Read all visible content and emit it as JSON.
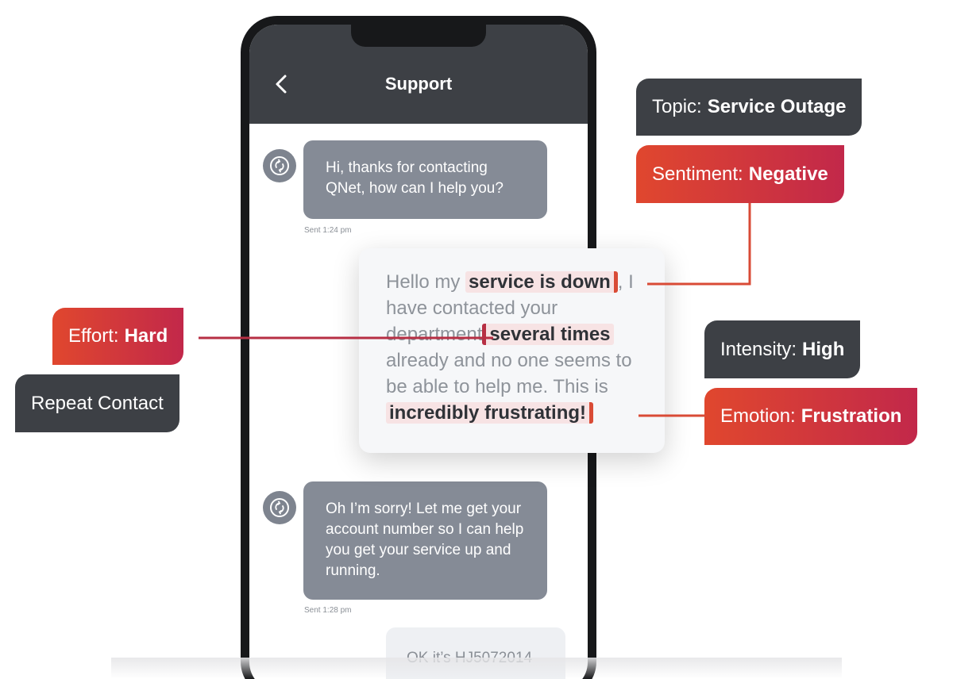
{
  "header": {
    "title": "Support"
  },
  "messages": [
    {
      "from": "agent",
      "text": "Hi, thanks for contacting QNet, how can I help you?",
      "time": "Sent 1:24 pm"
    },
    {
      "from": "agent",
      "text": "Oh I’m sorry! Let me get your account number so I can help you get your service up and running.",
      "time": "Sent 1:28 pm"
    },
    {
      "from": "user",
      "text": "OK it’s HJ5072014"
    }
  ],
  "highlight_card": {
    "seg1": "Hello my ",
    "hl1": "service is down",
    "seg2": ", I have contacted your department",
    "hl2": "several times",
    "seg3": " already and no one seems to be able to help me. This is ",
    "hl3": "incredibly frustrating!"
  },
  "tags": {
    "topic": {
      "label": "Topic:",
      "value": "Service Outage"
    },
    "sentiment": {
      "label": "Sentiment:",
      "value": "Negative"
    },
    "effort": {
      "label": "Effort:",
      "value": "Hard"
    },
    "repeat": {
      "label": "Repeat Contact"
    },
    "intensity": {
      "label": "Intensity:",
      "value": "High"
    },
    "emotion": {
      "label": "Emotion:",
      "value": "Frustration"
    }
  },
  "colors": {
    "dark_tag": "#3d4045",
    "red_tag_start": "#e0472e",
    "red_tag_end": "#c2284a",
    "highlight": "#f7e3e4",
    "agent_bubble": "#858b96"
  },
  "icons": [
    "back-arrow-icon",
    "bot-sync-icon"
  ]
}
